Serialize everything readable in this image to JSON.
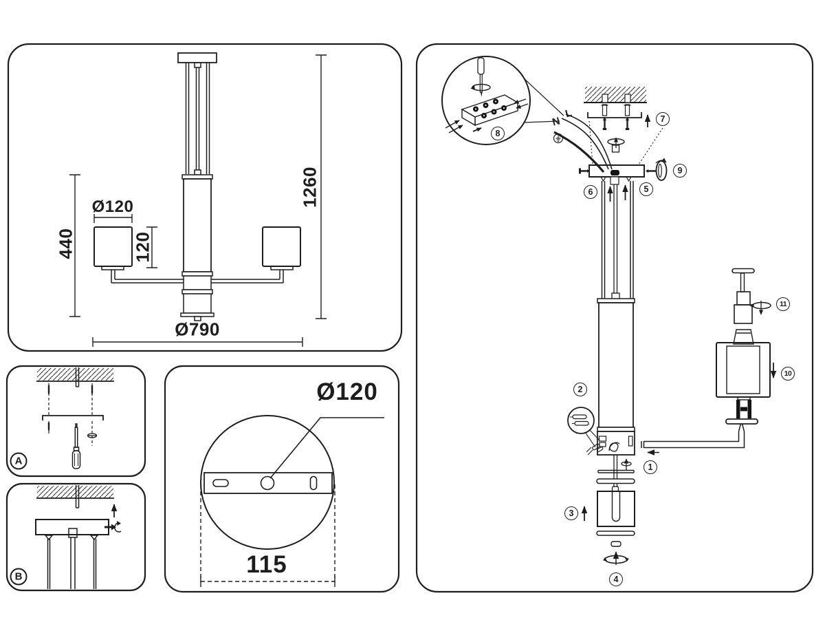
{
  "sheet": {
    "background": "#ffffff",
    "line_color": "#1d1d1d"
  },
  "overview": {
    "shade_diameter": "Ø120",
    "body_height": "440",
    "shade_height": "120",
    "overall_height": "1260",
    "overall_diameter": "Ø790"
  },
  "mount_detail_a": {
    "label": "A"
  },
  "mount_detail_b": {
    "label": "B"
  },
  "canopy_detail": {
    "plate_diameter": "Ø120",
    "hole_spacing": "115"
  },
  "assembly": {
    "wire_neutral": "N",
    "wire_live": "L",
    "steps": [
      "1",
      "2",
      "3",
      "4",
      "5",
      "6",
      "7",
      "8",
      "9",
      "10",
      "11"
    ]
  }
}
